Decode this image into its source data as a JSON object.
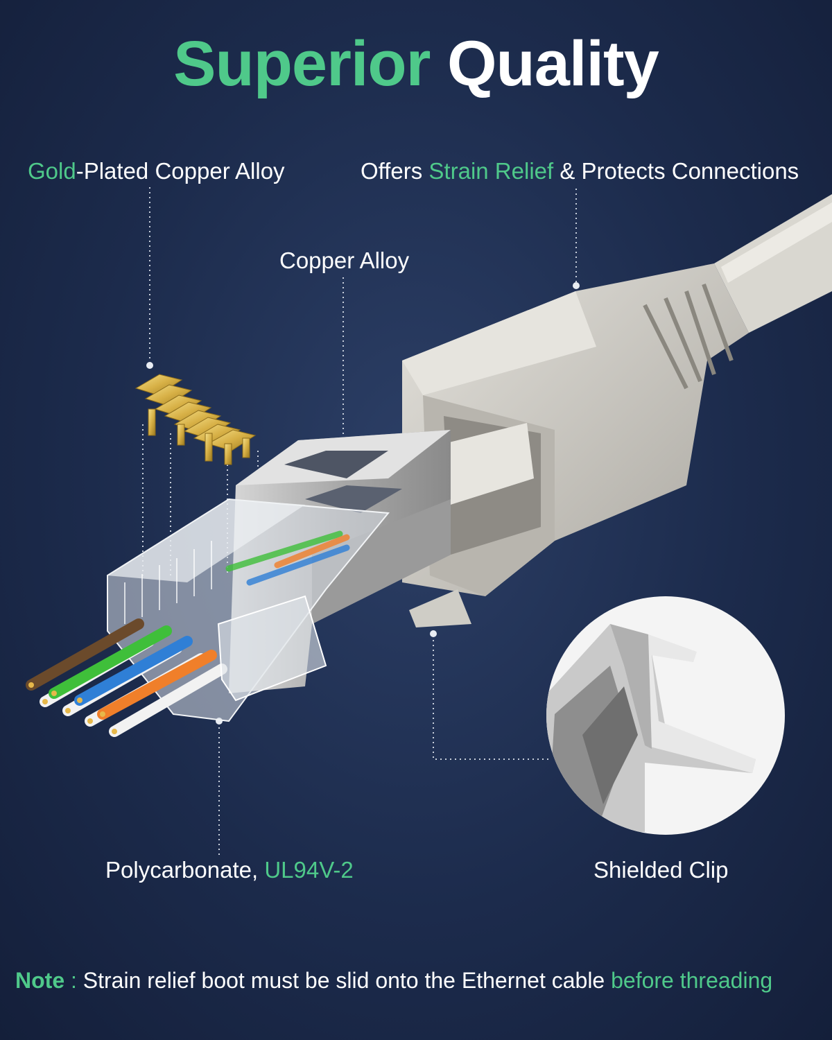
{
  "title": {
    "part1": "Superior",
    "part2": "Quality"
  },
  "labels": {
    "gold": {
      "highlight": "Gold",
      "rest": "-Plated Copper Alloy"
    },
    "strain": {
      "pre": "Offers ",
      "highlight": "Strain Relief",
      "post": " & Protects Connections"
    },
    "copper": "Copper Alloy",
    "poly": {
      "text": "Polycarbonate, ",
      "highlight": "UL94V-2"
    },
    "clip": "Shielded Clip"
  },
  "note": {
    "label": "Note",
    "separator": " : ",
    "text": "Strain relief boot must be slid onto the Ethernet cable ",
    "highlight": "before threading"
  },
  "colors": {
    "accent": "#4fc98a",
    "background": "#1c2b4c",
    "text": "#ffffff",
    "wire_colors": [
      "#6b4a2b",
      "#f2f2f2",
      "#3fbf3a",
      "#f2f2f2",
      "#2f7fd6",
      "#f2f2f2",
      "#f07f2a",
      "#f2f2f2"
    ]
  }
}
